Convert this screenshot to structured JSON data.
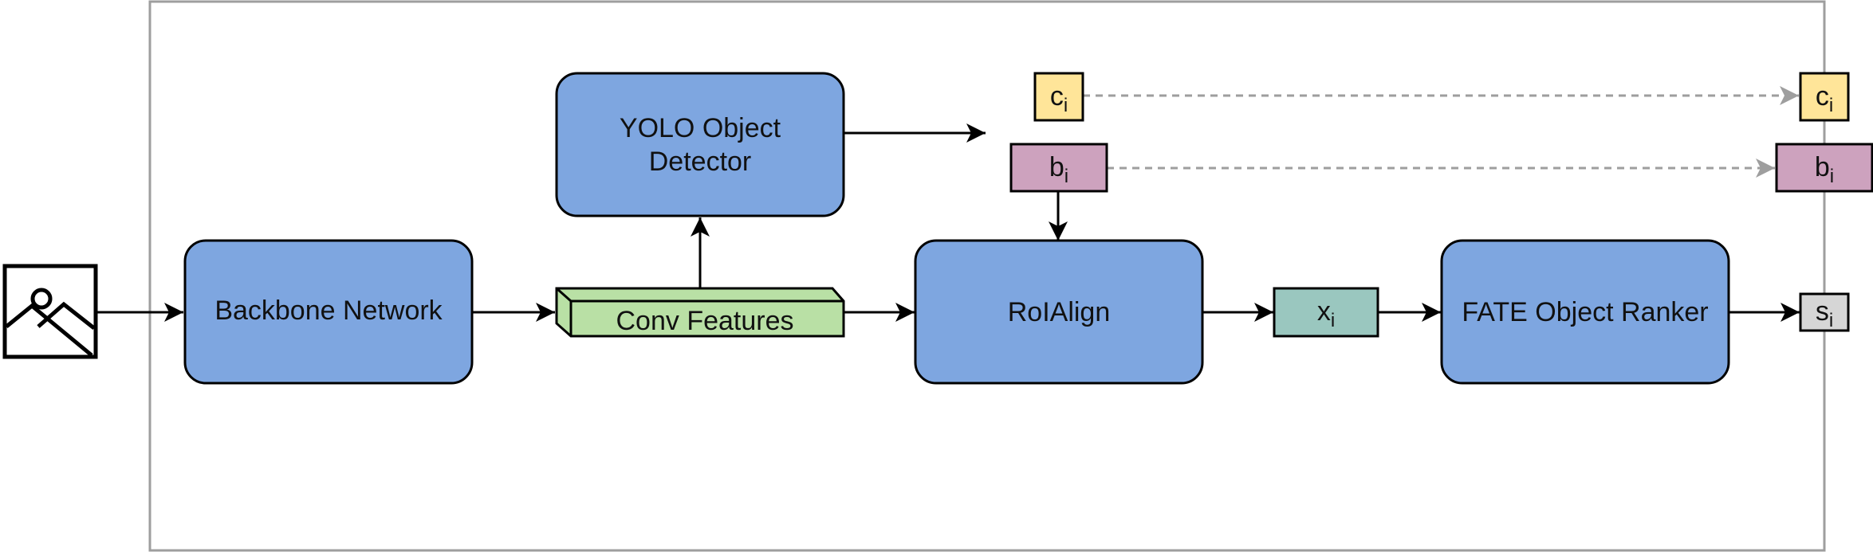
{
  "nodes": {
    "backbone": "Backbone Network",
    "yolo_line1": "YOLO Object",
    "yolo_line2": "Detector",
    "conv": "Conv Features",
    "roialign": "RoIAlign",
    "fate": "FATE Object Ranker"
  },
  "variables": {
    "c": {
      "base": "c",
      "sub": "i"
    },
    "b": {
      "base": "b",
      "sub": "i"
    },
    "x": {
      "base": "x",
      "sub": "i"
    },
    "s": {
      "base": "s",
      "sub": "i"
    }
  },
  "icons": {
    "input": "image-icon"
  },
  "colors": {
    "block_fill": "#7ea6e0",
    "conv_fill": "#b9e0a5",
    "c_fill": "#ffe599",
    "b_fill": "#cda2be",
    "x_fill": "#9ac7bf",
    "s_fill": "#d6d6d6",
    "frame_stroke": "#9e9e9e",
    "dashed_arrow": "#9e9e9e"
  }
}
